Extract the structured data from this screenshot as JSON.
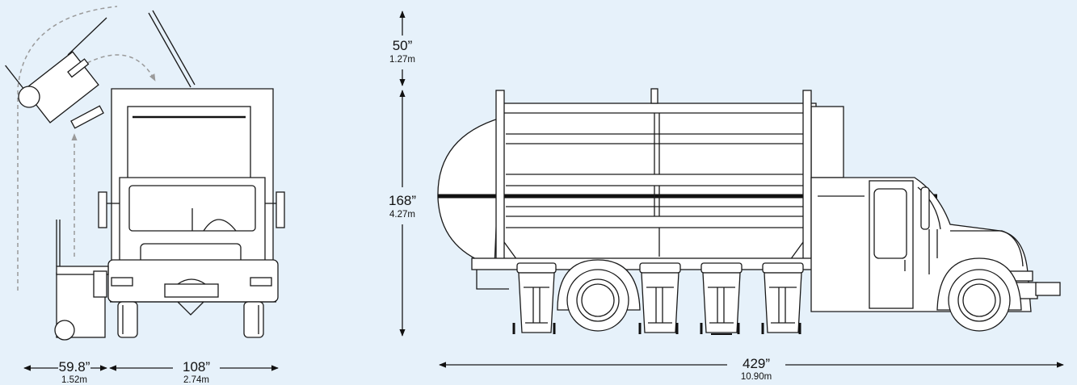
{
  "dimensions": {
    "top_clearance": {
      "imperial": "50”",
      "metric": "1.27m"
    },
    "height": {
      "imperial": "168”",
      "metric": "4.27m"
    },
    "reach": {
      "imperial": "59.8”",
      "metric": "1.52m"
    },
    "width": {
      "imperial": "108”",
      "metric": "2.74m"
    },
    "length": {
      "imperial": "429”",
      "metric": "10.90m"
    }
  },
  "colors": {
    "background": "#e6f1fa",
    "line": "#1a1a1a",
    "dashed_path": "#9a9a9a"
  }
}
